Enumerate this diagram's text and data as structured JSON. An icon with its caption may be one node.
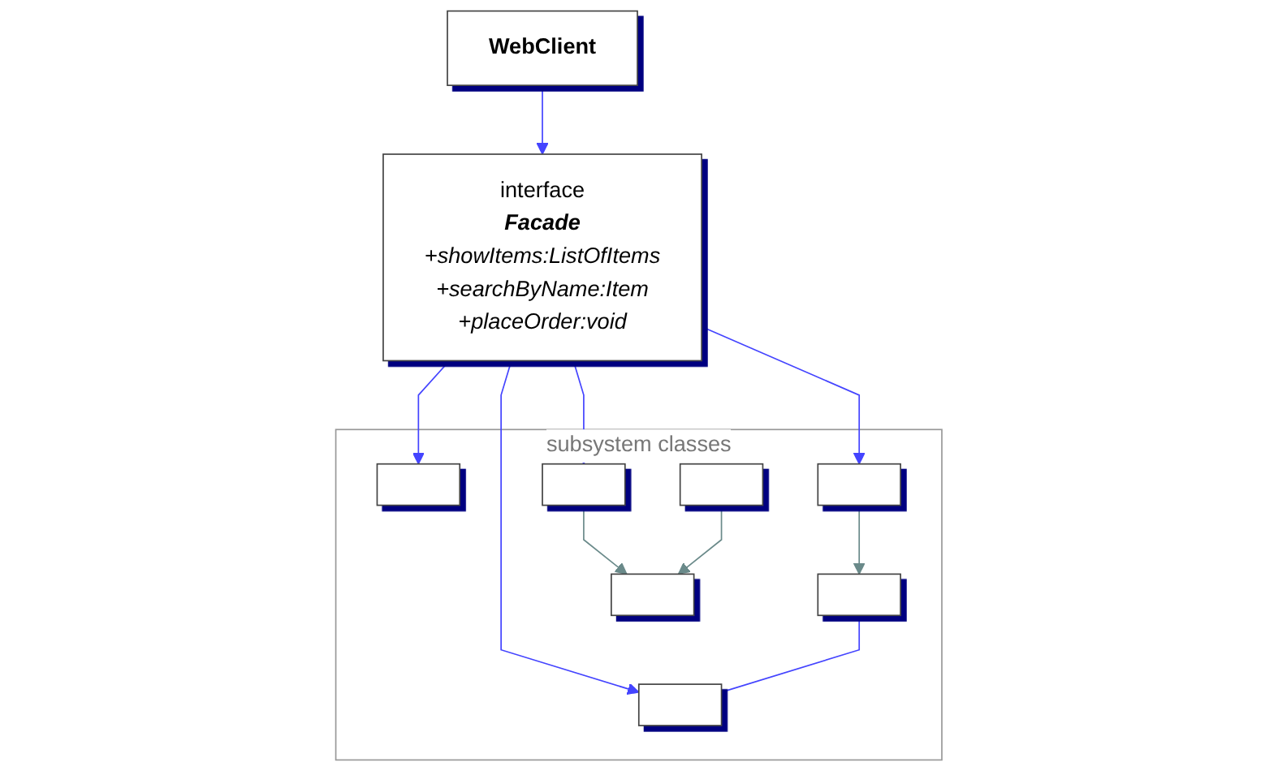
{
  "diagram": {
    "nodes": [
      {
        "text": [
          "WebClient"
        ]
      },
      {
        "text": [
          "interface",
          "Facade",
          "+showItems:ListOfItems",
          "+searchByName:Item",
          "+placeOrder:void"
        ]
      },
      {
        "text": [
          "subsystem classes"
        ]
      },
      {
        "text": [],
        "shape": "box",
        "in": 2
      },
      {
        "text": [],
        "shape": "box",
        "in": 2
      },
      {
        "text": [],
        "shape": "box",
        "in": 2
      },
      {
        "text": [],
        "shape": "box",
        "in": 2
      },
      {
        "text": [],
        "shape": "box",
        "in": 2
      },
      {
        "text": [],
        "shape": "box",
        "in": 2
      },
      {
        "text": [],
        "shape": "box",
        "in": 2
      }
    ],
    "edges": [
      {
        "from": 0,
        "to": 1,
        "arrow": "to"
      },
      {
        "from": 1,
        "to": 3,
        "arrow": "to"
      },
      {
        "from": 1,
        "to": 6,
        "arrow": "to"
      },
      {
        "from": 1,
        "to": 7,
        "arrow": "to"
      },
      {
        "from": 1,
        "to": 8,
        "arrow": "to"
      },
      {
        "from": 4,
        "to": 6,
        "arrow": "none"
      },
      {
        "from": 7,
        "to": 4,
        "arrow": "to",
        "color": "#6a8a8a"
      },
      {
        "from": 8,
        "to": 5,
        "arrow": "to",
        "color": "#6a8a8a"
      },
      {
        "from": 9,
        "to": 5,
        "arrow": "to",
        "color": "#6a8a8a"
      }
    ]
  }
}
